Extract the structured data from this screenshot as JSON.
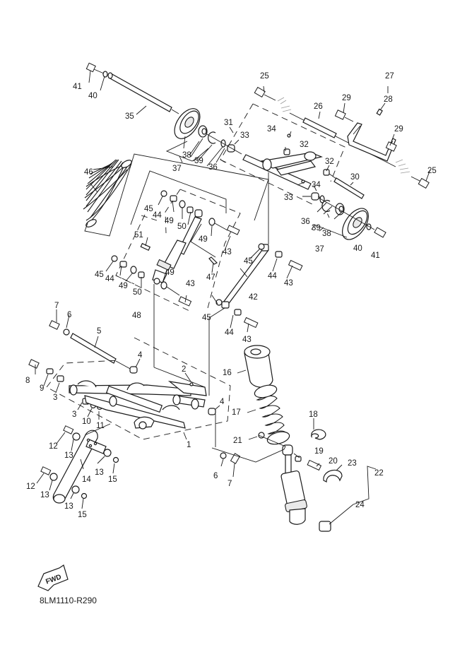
{
  "diagram": {
    "title": "Rear Suspension exploded parts diagram",
    "drawing_code": "8LM1110-R290",
    "direction_badge": "FWD",
    "callouts": [
      {
        "id": "c41a",
        "label": "41"
      },
      {
        "id": "c40a",
        "label": "40"
      },
      {
        "id": "c35",
        "label": "35"
      },
      {
        "id": "c38a",
        "label": "38"
      },
      {
        "id": "c39a",
        "label": "39"
      },
      {
        "id": "c37a",
        "label": "37"
      },
      {
        "id": "c36a",
        "label": "36"
      },
      {
        "id": "c31",
        "label": "31"
      },
      {
        "id": "c33a",
        "label": "33"
      },
      {
        "id": "c25a",
        "label": "25"
      },
      {
        "id": "c26",
        "label": "26"
      },
      {
        "id": "c27",
        "label": "27"
      },
      {
        "id": "c28",
        "label": "28"
      },
      {
        "id": "c29a",
        "label": "29"
      },
      {
        "id": "c29b",
        "label": "29"
      },
      {
        "id": "c25b",
        "label": "25"
      },
      {
        "id": "c34a",
        "label": "34"
      },
      {
        "id": "c32a",
        "label": "32"
      },
      {
        "id": "c32b",
        "label": "32"
      },
      {
        "id": "c30",
        "label": "30"
      },
      {
        "id": "c34b",
        "label": "34"
      },
      {
        "id": "c33b",
        "label": "33"
      },
      {
        "id": "c36b",
        "label": "36"
      },
      {
        "id": "c39b",
        "label": "39"
      },
      {
        "id": "c38b",
        "label": "38"
      },
      {
        "id": "c37b",
        "label": "37"
      },
      {
        "id": "c40b",
        "label": "40"
      },
      {
        "id": "c41b",
        "label": "41"
      },
      {
        "id": "c46",
        "label": "46"
      },
      {
        "id": "c45a",
        "label": "45"
      },
      {
        "id": "c44a",
        "label": "44"
      },
      {
        "id": "c49a",
        "label": "49"
      },
      {
        "id": "c50a",
        "label": "50"
      },
      {
        "id": "c49b",
        "label": "49"
      },
      {
        "id": "c43a",
        "label": "43"
      },
      {
        "id": "c51",
        "label": "51"
      },
      {
        "id": "c47",
        "label": "47"
      },
      {
        "id": "c45b",
        "label": "45"
      },
      {
        "id": "c44b",
        "label": "44"
      },
      {
        "id": "c49c",
        "label": "49"
      },
      {
        "id": "c50b",
        "label": "50"
      },
      {
        "id": "c49d",
        "label": "49"
      },
      {
        "id": "c43b",
        "label": "43"
      },
      {
        "id": "c48",
        "label": "48"
      },
      {
        "id": "c45c",
        "label": "45"
      },
      {
        "id": "c44c",
        "label": "44"
      },
      {
        "id": "c43c",
        "label": "43"
      },
      {
        "id": "c42",
        "label": "42"
      },
      {
        "id": "c45d",
        "label": "45"
      },
      {
        "id": "c44d",
        "label": "44"
      },
      {
        "id": "c43d",
        "label": "43"
      },
      {
        "id": "c7a",
        "label": "7"
      },
      {
        "id": "c6a",
        "label": "6"
      },
      {
        "id": "c5",
        "label": "5"
      },
      {
        "id": "c4a",
        "label": "4"
      },
      {
        "id": "c8",
        "label": "8"
      },
      {
        "id": "c9",
        "label": "9"
      },
      {
        "id": "c3a",
        "label": "3"
      },
      {
        "id": "c3b",
        "label": "3"
      },
      {
        "id": "c10",
        "label": "10"
      },
      {
        "id": "c11",
        "label": "11"
      },
      {
        "id": "c2",
        "label": "2"
      },
      {
        "id": "c4b",
        "label": "4"
      },
      {
        "id": "c1",
        "label": "1"
      },
      {
        "id": "c16",
        "label": "16"
      },
      {
        "id": "c17",
        "label": "17"
      },
      {
        "id": "c18",
        "label": "18"
      },
      {
        "id": "c21",
        "label": "21"
      },
      {
        "id": "c19",
        "label": "19"
      },
      {
        "id": "c20",
        "label": "20"
      },
      {
        "id": "c23",
        "label": "23"
      },
      {
        "id": "c22",
        "label": "22"
      },
      {
        "id": "c24",
        "label": "24"
      },
      {
        "id": "c6b",
        "label": "6"
      },
      {
        "id": "c7b",
        "label": "7"
      },
      {
        "id": "c12a",
        "label": "12"
      },
      {
        "id": "c13a",
        "label": "13"
      },
      {
        "id": "c13b",
        "label": "13"
      },
      {
        "id": "c14",
        "label": "14"
      },
      {
        "id": "c15a",
        "label": "15"
      },
      {
        "id": "c12b",
        "label": "12"
      },
      {
        "id": "c13c",
        "label": "13"
      },
      {
        "id": "c13d",
        "label": "13"
      },
      {
        "id": "c15b",
        "label": "15"
      }
    ]
  }
}
